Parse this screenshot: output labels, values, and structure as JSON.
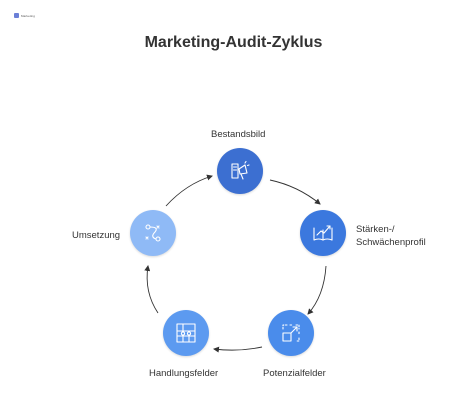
{
  "logo": {
    "text": "Marketing"
  },
  "title": "Marketing-Audit-Zyklus",
  "colors": {
    "bestandsbild": "#3c6fd1",
    "staerken": "#3b78de",
    "potenzial": "#4a8ceb",
    "handlung": "#5c9af0",
    "umsetzung": "#8fbaf6",
    "arrow": "#333333"
  },
  "nodes": [
    {
      "id": "bestandsbild",
      "label": "Bestandsbild",
      "icon": "marketing-megaphone-icon"
    },
    {
      "id": "staerken",
      "label_line1": "Stärken-/",
      "label_line2": "Schwächenprofil",
      "icon": "growth-chart-book-icon"
    },
    {
      "id": "potenzial",
      "label": "Potenzialfelder",
      "icon": "expand-arrow-icon"
    },
    {
      "id": "handlung",
      "label": "Handlungsfelder",
      "icon": "flowchart-icon"
    },
    {
      "id": "umsetzung",
      "label": "Umsetzung",
      "icon": "route-path-icon"
    }
  ]
}
